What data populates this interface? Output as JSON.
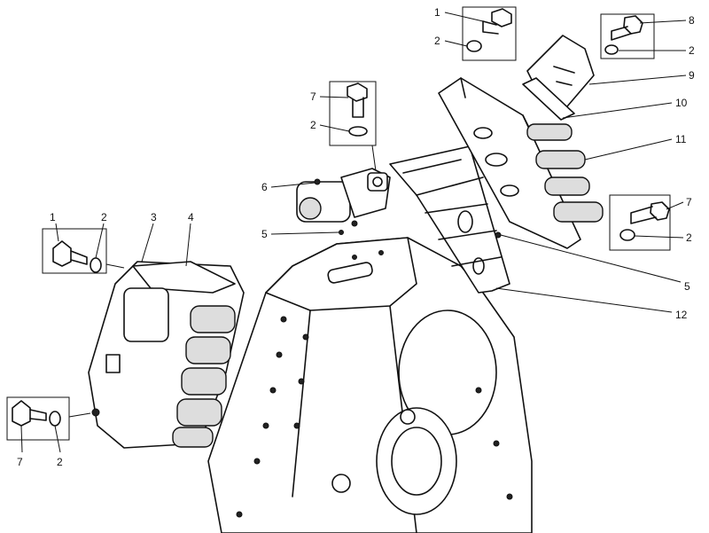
{
  "labels": {
    "top_right_1": "1",
    "top_right_2": "2",
    "right_8": "8",
    "right_2a": "2",
    "right_9": "9",
    "right_10": "10",
    "right_11": "11",
    "right_7": "7",
    "right_2b": "2",
    "right_5": "5",
    "right_12": "12",
    "center_7": "7",
    "center_2": "2",
    "center_6": "6",
    "center_5": "5",
    "left_1": "1",
    "left_2": "2",
    "left_3": "3",
    "left_4": "4",
    "bottom_left_7": "7",
    "bottom_left_2": "2"
  }
}
